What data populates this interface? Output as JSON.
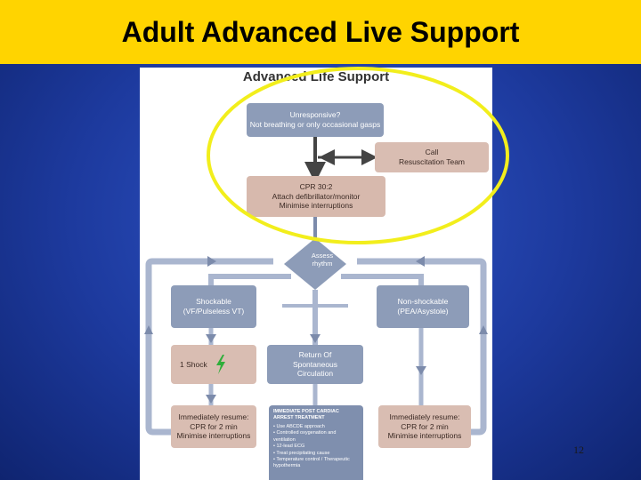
{
  "slide": {
    "title": "Adult Advanced Live Support",
    "page_number": "12"
  },
  "figure": {
    "title": "Advanced Life Support",
    "unresponsive": "Unresponsive?\nNot breathing or only occasional gasps",
    "call_team": "Call\nResuscitation Team",
    "cpr": "CPR 30:2\nAttach defibrillator/monitor\nMinimise interruptions",
    "assess": "Assess\nrhythm",
    "shockable": "Shockable\n(VF/Pulseless VT)",
    "non_shockable": "Non-shockable\n(PEA/Asystole)",
    "one_shock": "1 Shock",
    "rosc": "Return Of\nSpontaneous\nCirculation",
    "resume_left": "Immediately resume:\nCPR for 2 min\nMinimise interruptions",
    "resume_right": "Immediately resume:\nCPR for 2 min\nMinimise interruptions",
    "post_arrest_title": "IMMEDIATE POST CARDIAC ARREST TREATMENT",
    "post_arrest_items": [
      "• Use ABCDE approach",
      "• Controlled oxygenation and ventilation",
      "• 12-lead ECG",
      "• Treat precipitating cause",
      "• Temperature control / Therapeutic hypothermia"
    ]
  },
  "colors": {
    "title_bar": "#ffd400",
    "highlight_ellipse": "#f2ee1c",
    "box_blue": "#8d9cb8",
    "box_pink": "#d9bdb2",
    "flow_line": "#aab6cf",
    "shock_icon": "#2fae3a"
  },
  "icons": {
    "shock": "lightning-bolt-icon"
  }
}
